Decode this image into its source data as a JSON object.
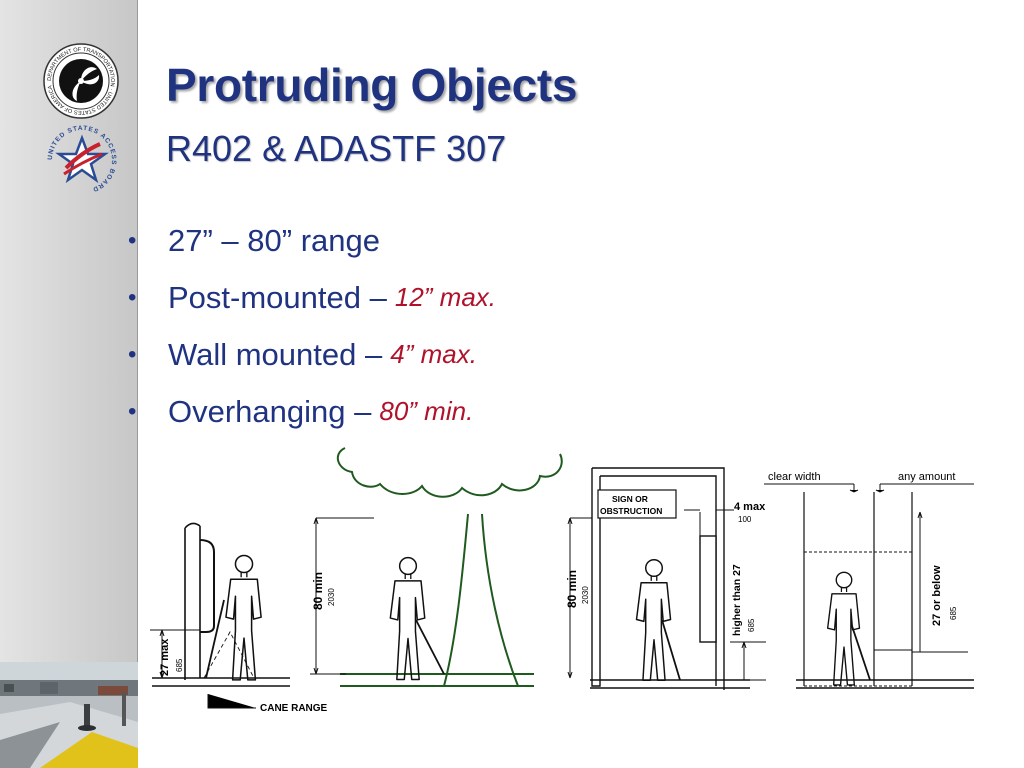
{
  "slide": {
    "title": "Protruding Objects",
    "subtitle": "R402 & ADASTF 307"
  },
  "bullets": [
    {
      "text": "27” – 80” range",
      "emphasis": ""
    },
    {
      "text": "Post-mounted – ",
      "emphasis": "12” max."
    },
    {
      "text": "Wall mounted – ",
      "emphasis": "4” max."
    },
    {
      "text": "Overhanging – ",
      "emphasis": "80” min."
    }
  ],
  "logos": {
    "dot_seal_text": "DEPARTMENT OF TRANSPORTATION · UNITED STATES OF AMERICA",
    "access_board_text": "UNITED STATES ACCESS BOARD"
  },
  "figure": {
    "labels": {
      "d1_height": "27 max",
      "d1_mm": "685",
      "d1_cane": "CANE RANGE",
      "d2_height": "80 min",
      "d2_mm": "2030",
      "d3_sign": "SIGN OR",
      "d3_sign2": "OBSTRUCTION",
      "d3_height": "80 min",
      "d3_mm": "2030",
      "d3_proj": "4 max",
      "d3_proj_mm": "100",
      "d3_higher": "higher than 27",
      "d3_higher_mm": "685",
      "d4_clear": "clear width",
      "d4_any": "any amount",
      "d4_below": "27 or below",
      "d4_below_mm": "685"
    }
  },
  "colors": {
    "title": "#1f3380",
    "emphasis": "#b0122b",
    "tree": "#1f5a1f"
  }
}
